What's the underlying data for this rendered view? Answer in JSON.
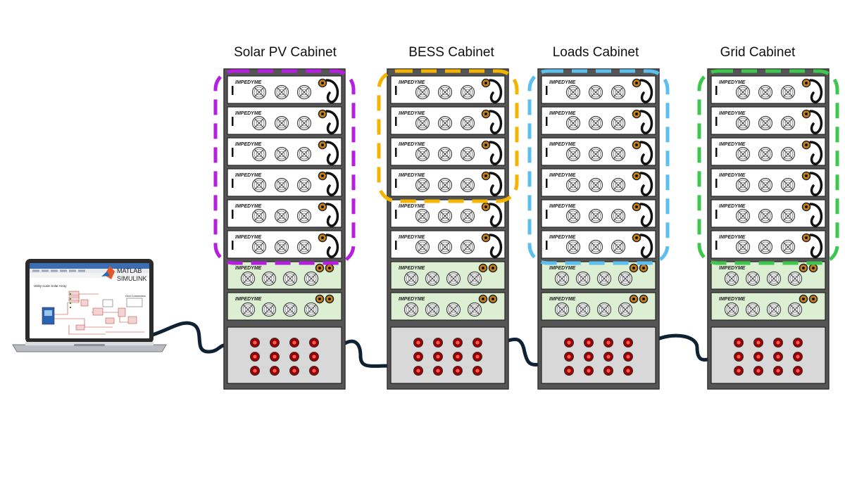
{
  "cabinets": [
    {
      "id": "solar",
      "title": "Solar PV Cabinet",
      "outline_color": "#b61fe0",
      "grouped_modules": 6
    },
    {
      "id": "bess",
      "title": "BESS Cabinet",
      "outline_color": "#f5b400",
      "grouped_modules": 4
    },
    {
      "id": "loads",
      "title": "Loads Cabinet",
      "outline_color": "#5bbff0",
      "grouped_modules": 6
    },
    {
      "id": "grid",
      "title": "Grid Cabinet",
      "outline_color": "#3dc74c",
      "grouped_modules": 6
    }
  ],
  "module_brand": "IMPEDYME",
  "laptop": {
    "logo_line1": "MATLAB",
    "logo_line2": "SIMULINK",
    "diagram_title": "Utility-scale Solar Array",
    "grid_label": "Grid Connection"
  },
  "colors": {
    "rack_frame": "#555555",
    "module_face": "#ffffff",
    "green_module_face": "#dcefd3",
    "panel_face": "#d8d8d8",
    "terminal": "#b00000",
    "cable": "#0f2233"
  }
}
